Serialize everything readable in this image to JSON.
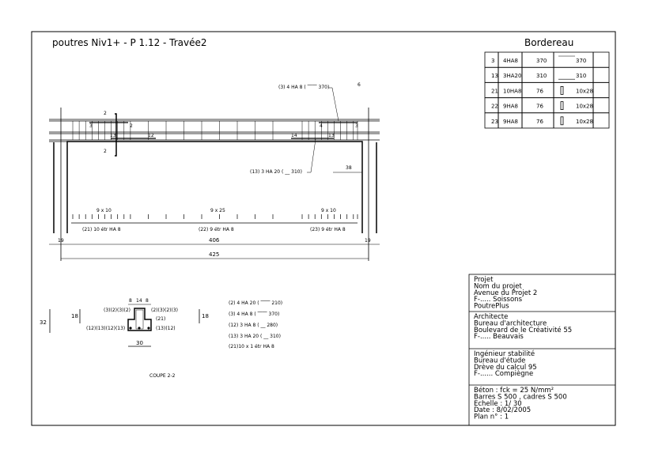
{
  "title": "poutres Niv1+ - P 1.12 - Travée2",
  "bordereau": {
    "title": "Bordereau",
    "rows": [
      {
        "pos": "3",
        "bars": "4HA8",
        "length": "370",
        "shape": "straight-top",
        "dim": "370"
      },
      {
        "pos": "13",
        "bars": "3HA20",
        "length": "310",
        "shape": "straight-bottom",
        "dim": "310"
      },
      {
        "pos": "21",
        "bars": "10HA8",
        "length": "76",
        "shape": "stirrup",
        "dim": "10x28"
      },
      {
        "pos": "22",
        "bars": "9HA8",
        "length": "76",
        "shape": "stirrup",
        "dim": "10x28"
      },
      {
        "pos": "23",
        "bars": "9HA8",
        "length": "76",
        "shape": "stirrup",
        "dim": "10x28"
      }
    ]
  },
  "elevation": {
    "label_top": "(3) 4 HA 8 ( ⎺⎺ 370)",
    "label_bottom": "(13) 3 HA 20 ( __ 310)",
    "cut_label": "2",
    "marks": [
      "3",
      "2",
      "13",
      "12",
      "14",
      "4",
      "13",
      "3"
    ],
    "dim_6": "6",
    "dim_38": "38",
    "spacing": [
      "9 x 10",
      "9 x 25",
      "9 x 10"
    ],
    "stirrups": [
      "(21) 10 étr HA 8",
      "(22) 9 étr HA 8",
      "(23) 9 étr HA 8"
    ],
    "dim_support": "19",
    "dim_clear": "406",
    "dim_total": "425"
  },
  "section": {
    "dims_top": [
      "8",
      "14",
      "8"
    ],
    "dim_height": "32",
    "dim_flange": "18",
    "dim_flange_right": "18",
    "dim_width": "30",
    "label_tl": "(3)(2)(3)(2)",
    "label_tr": "(2)(3)(2)(3)",
    "label_stirrup": "(21)",
    "label_bl": "(12)(13)(12)(13)",
    "label_br": "(13)(12)",
    "title": "COUPE 2-2",
    "legend": [
      "(2) 4 HA 20 ( ⎺⎺ 210)",
      "(3) 4 HA 8 ( ⎺⎺ 370)",
      "(12) 3 HA 8 ( __ 280)",
      "(13) 3 HA 20 ( __ 310)",
      "(21)10 x 1 étr HA 8"
    ]
  },
  "title_block": {
    "projet": [
      "Projet",
      "Nom du projet",
      "Avenue du Projet      2",
      "F-.....       Soissons",
      "PoutrePlus"
    ],
    "architecte": [
      "Architecte",
      "Bureau d'architecture",
      "Boulevard de le Créativité       55",
      "F-.....       Beauvais"
    ],
    "ingenieur": [
      "Ingénieur stabilité",
      "Bureau d'étude",
      "Drève du calcul      95",
      "F-......        Compiègne"
    ],
    "info": [
      "Béton : fck =  25 N/mm²",
      "Barres S 500 , cadres S 500",
      "Echelle : 1/ 30",
      "Date :  8/02/2005",
      "Plan n° :  1"
    ]
  }
}
